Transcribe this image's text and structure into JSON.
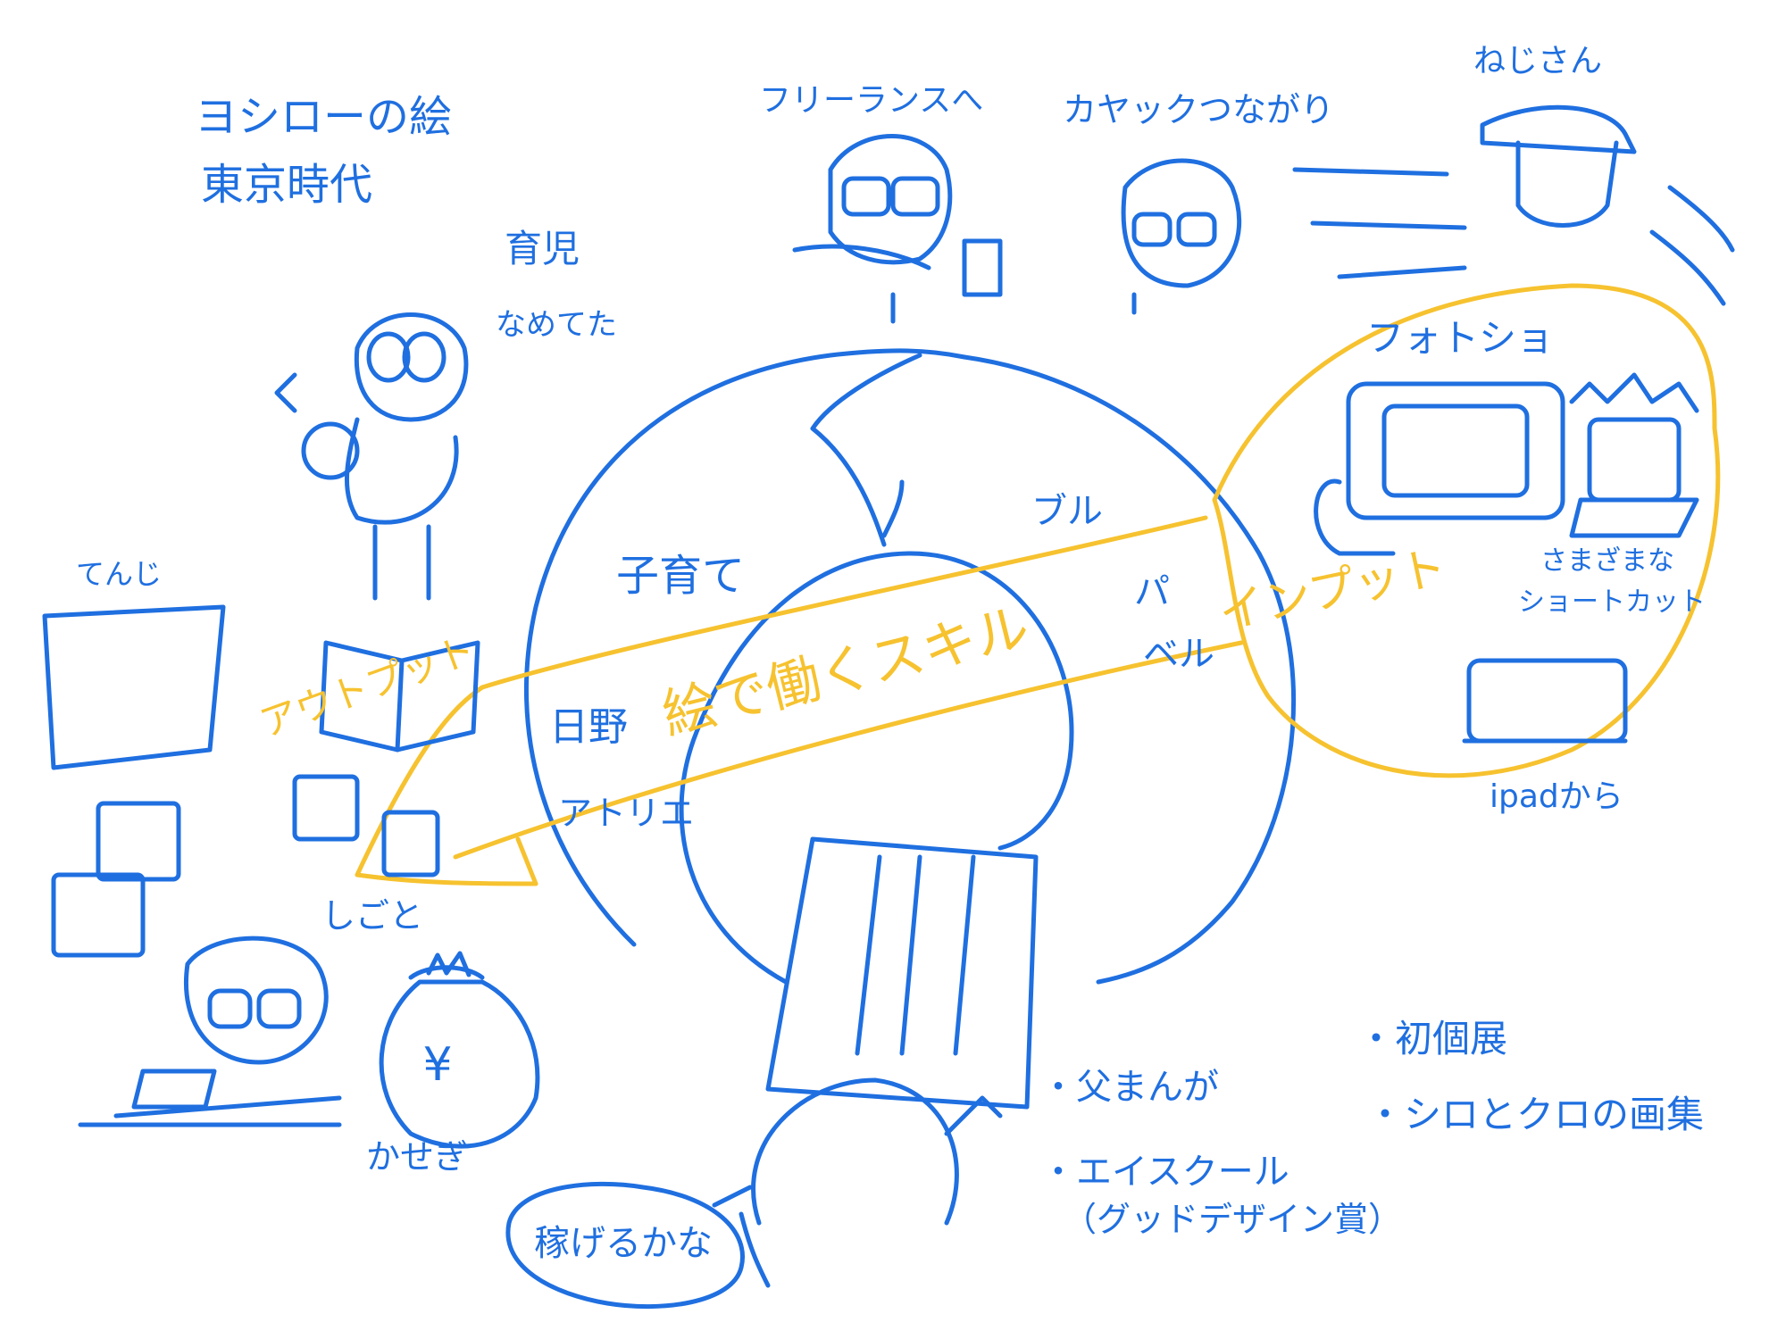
{
  "title_lines": [
    "ヨシローの絵",
    "東京時代"
  ],
  "labels": {
    "ikuji": "育児",
    "nameteta": "なめてた",
    "freelance": "フリーランスへ",
    "kayak": "カヤックつながり",
    "nejisan": "ねじさん",
    "photoshop": "フォトショ",
    "shortcuts": [
      "さまざまな",
      "ショートカット"
    ],
    "ipad": "ipadから",
    "tenji": "てんじ",
    "shigoto": "しごと",
    "kasegi": "かせぎ",
    "kosodate": "子育て",
    "hino_lines": [
      "日野",
      "アトリエ"
    ],
    "burupaberu": [
      "ブル",
      "パ",
      "ベル"
    ],
    "kasegeru": "稼げるかな",
    "chichi_manga": "・父まんが",
    "eisukuru_lines": [
      "・エイスクール",
      "（グッドデザイン賞）"
    ],
    "hatsu_koten": "・初個展",
    "gashu": "・シロとクロの画集"
  },
  "yellow_labels": {
    "output": "アウトプット",
    "input": "インプット",
    "skill": "絵で働くスキル"
  },
  "colors": {
    "ink_blue": "#1f6fe0",
    "ink_yellow": "#f6c22f",
    "paper": "#ffffff"
  },
  "icons": [
    "yen-icon"
  ]
}
